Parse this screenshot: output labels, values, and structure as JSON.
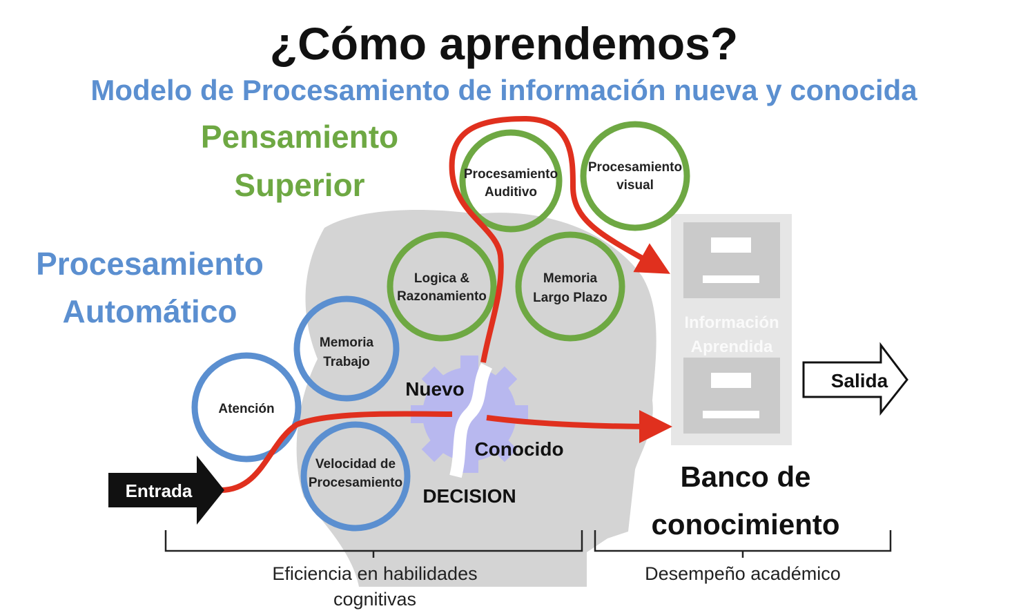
{
  "title": "¿Cómo aprendemos?",
  "subtitle": "Modelo de Procesamiento de información nueva y conocida",
  "groups": {
    "superior": [
      "Pensamiento",
      "Superior"
    ],
    "automatico": [
      "Procesamiento",
      "Automático"
    ]
  },
  "circles": {
    "auditivo": [
      "Procesamiento",
      "Auditivo"
    ],
    "visual": [
      "Procesamiento",
      "visual"
    ],
    "logica": [
      "Logica &",
      "Razonamiento"
    ],
    "memoria_largo": [
      "Memoria",
      "Largo Plazo"
    ],
    "memoria_trabajo": [
      "Memoria",
      "Trabajo"
    ],
    "atencion": [
      "Atención"
    ],
    "velocidad": [
      "Velocidad de",
      "Procesamiento"
    ]
  },
  "decision": {
    "nuevo": "Nuevo",
    "conocido": "Conocido",
    "label": "DECISION"
  },
  "cabinet": [
    "Información",
    "Aprendida"
  ],
  "entrada": "Entrada",
  "salida": "Salida",
  "banco": [
    "Banco de",
    "conocimiento"
  ],
  "brackets": {
    "left": [
      "Eficiencia en habilidades",
      "cognitivas"
    ],
    "right": "Desempeño académico"
  },
  "colors": {
    "blue": "#5b8fd0",
    "green": "#6ea843",
    "red": "#e0301e",
    "gray": "#d4d4d4"
  }
}
